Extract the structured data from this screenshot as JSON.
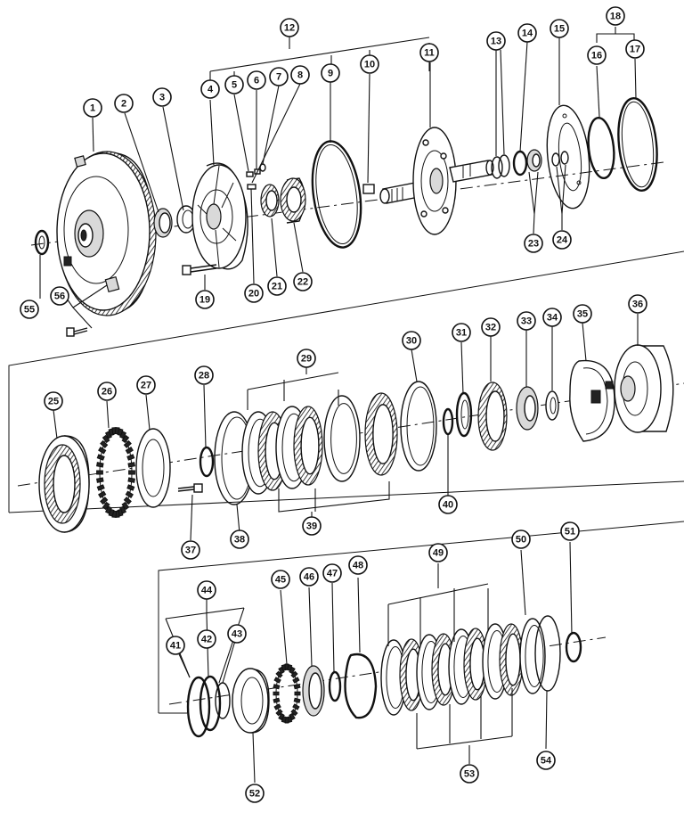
{
  "diagram": {
    "type": "exploded-parts-diagram",
    "callouts": {
      "c1": "1",
      "c2": "2",
      "c3": "3",
      "c4": "4",
      "c5": "5",
      "c6": "6",
      "c7": "7",
      "c8": "8",
      "c9": "9",
      "c10": "10",
      "c11": "11",
      "c12": "12",
      "c13": "13",
      "c14": "14",
      "c15": "15",
      "c16": "16",
      "c17": "17",
      "c18": "18",
      "c19": "19",
      "c20": "20",
      "c21": "21",
      "c22": "22",
      "c23": "23",
      "c24": "24",
      "c25": "25",
      "c26": "26",
      "c27": "27",
      "c28": "28",
      "c29": "29",
      "c30": "30",
      "c31": "31",
      "c32": "32",
      "c33": "33",
      "c34": "34",
      "c35": "35",
      "c36": "36",
      "c37": "37",
      "c38": "38",
      "c39": "39",
      "c40": "40",
      "c41": "41",
      "c42": "42",
      "c43": "43",
      "c44": "44",
      "c45": "45",
      "c46": "46",
      "c47": "47",
      "c48": "48",
      "c49": "49",
      "c50": "50",
      "c51": "51",
      "c52": "52",
      "c53": "53",
      "c54": "54",
      "c55": "55",
      "c56": "56"
    }
  }
}
